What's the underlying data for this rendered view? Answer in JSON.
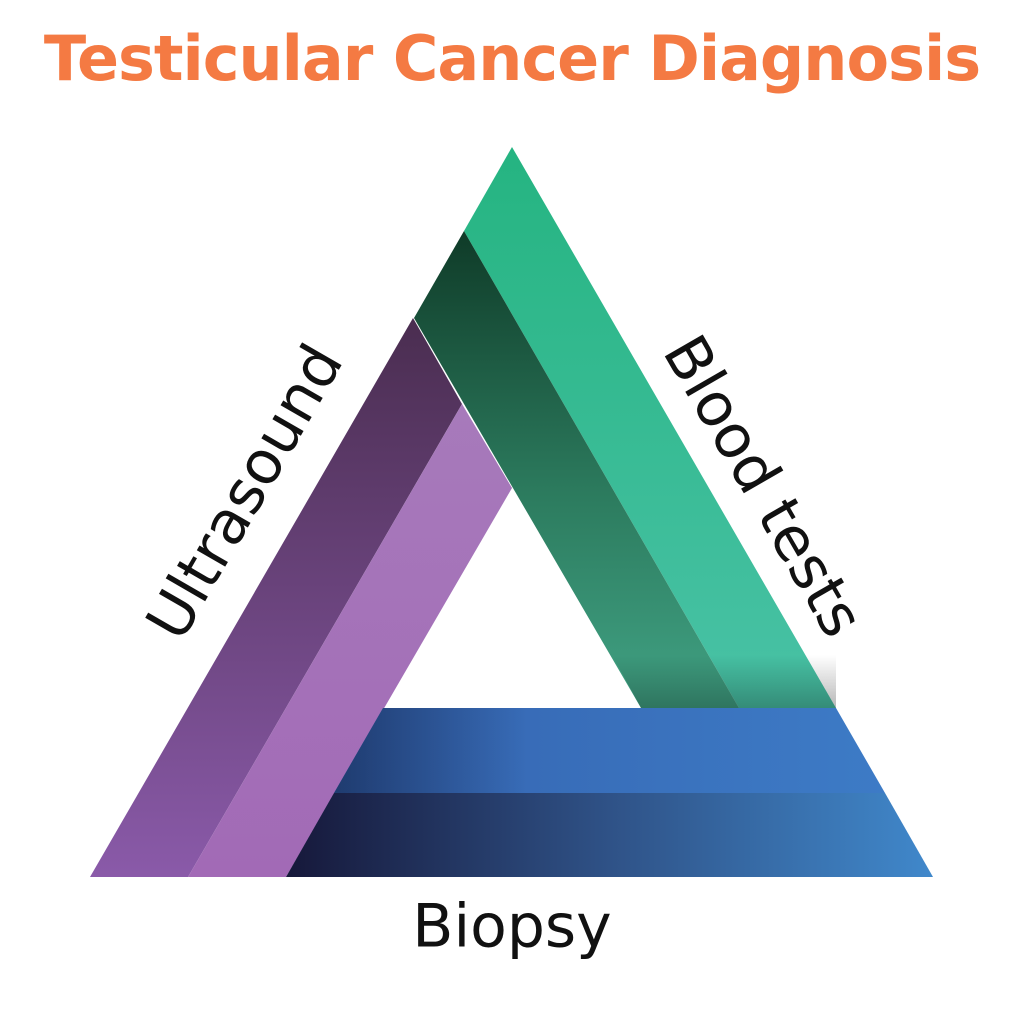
{
  "title": "Testicular Cancer Diagnosis",
  "colors": {
    "title": "#F47A43",
    "ultrasound": "#8A5BA8",
    "blood_tests": "#2EBB8A",
    "biopsy": "#3E78C4",
    "label": "#111111"
  },
  "sides": [
    {
      "id": "ultrasound",
      "label": "Ultrasound",
      "position": "left"
    },
    {
      "id": "blood_tests",
      "label": "Blood tests",
      "position": "right"
    },
    {
      "id": "biopsy",
      "label": "Biopsy",
      "position": "bottom"
    }
  ]
}
